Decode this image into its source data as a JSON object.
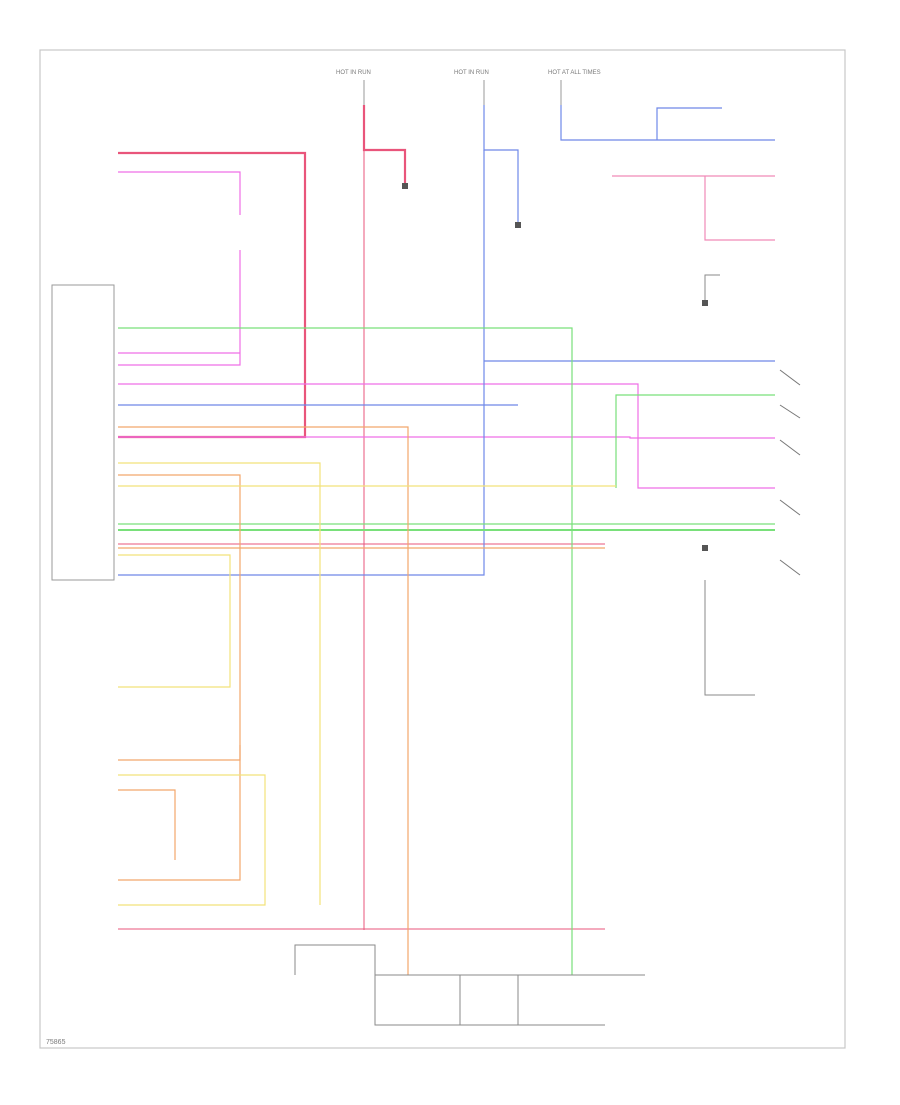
{
  "figure_id": "75865",
  "top_labels": [
    "HOT IN RUN",
    "HOT IN RUN",
    "HOT AT ALL TIMES"
  ],
  "footer_note": "",
  "palette": {
    "red": "#e9557b",
    "magenta": "#ef6fe7",
    "pink": "#f08ab8",
    "blue": "#6f88e8",
    "green": "#79e07a",
    "orange": "#f2a66c",
    "yellow": "#f2e27a",
    "gray": "#8a8a8a",
    "frame": "#c7c7c7",
    "ink": "#777777"
  }
}
